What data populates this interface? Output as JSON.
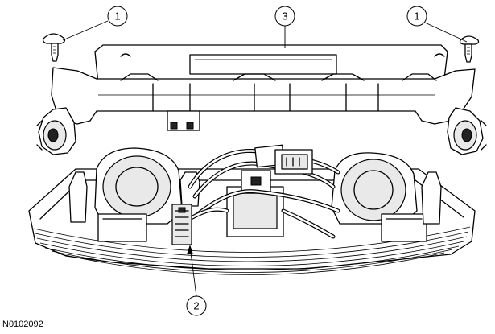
{
  "figure": {
    "id": "N0102092"
  },
  "callouts": [
    {
      "key": "pushpin-left",
      "label": "1"
    },
    {
      "key": "harness",
      "label": "2"
    },
    {
      "key": "cover",
      "label": "3"
    },
    {
      "key": "pushpin-right",
      "label": "1"
    }
  ]
}
